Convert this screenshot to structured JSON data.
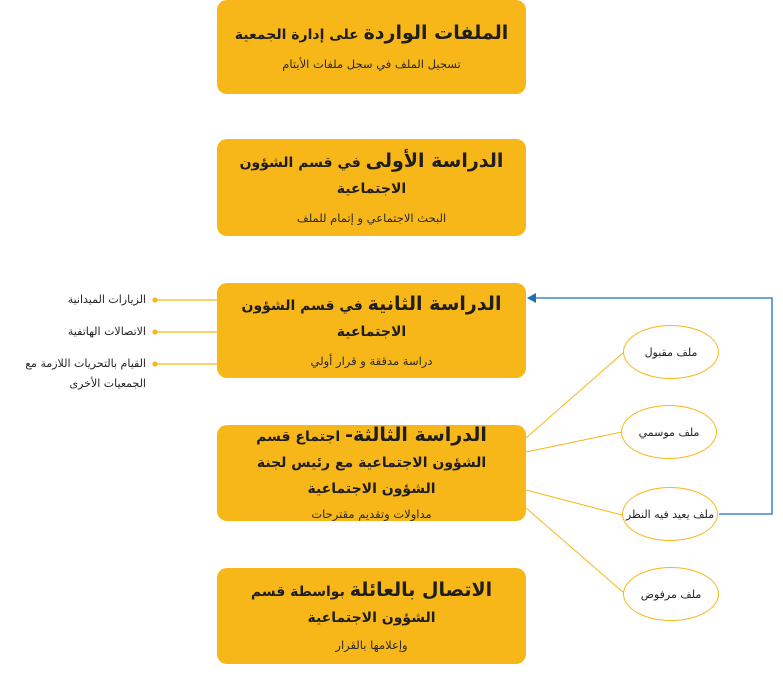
{
  "stages": [
    {
      "head_big": "الملفات الواردة",
      "head_rest": "على إدارة الجمعية",
      "sub": "تسجيل الملف في سجل ملفات الأيتام"
    },
    {
      "head_big": "الدراسة الأولى",
      "head_rest": "في قسم الشؤون الاجتماعية",
      "sub": "البحث الاجتماعي و إتمام للملف"
    },
    {
      "head_big": "الدراسة الثانية",
      "head_rest": "في قسم الشؤون الاجتماعية",
      "sub": "دراسة مدققة و قرار أولي"
    },
    {
      "head_big": "الدراسة الثالثة-",
      "head_rest": "اجتماع قسم الشؤون الاجتماعية مع رئيس لجنة الشؤون الاجتماعية",
      "sub": "مداولات وتقديم مقترحات"
    },
    {
      "head_big": "الاتصال بالعائلة",
      "head_rest": "بواسطة قسم الشؤون الاجتماعية",
      "sub": "وإعلامها بالقرار"
    }
  ],
  "side_actions": [
    "الزيارات الميدانية",
    "الاتصالات الهاتفية",
    "القيام بالتحريات اللازمة مع الجمعيات الأخرى"
  ],
  "outcomes": [
    "ملف مقبول",
    "ملف موسمي",
    "ملف يعيد فيه النظر",
    "ملف مرفوض"
  ],
  "colors": {
    "box": "#F7B718",
    "connector": "#F7B718",
    "feedback_arrow": "#1F6FB5"
  }
}
